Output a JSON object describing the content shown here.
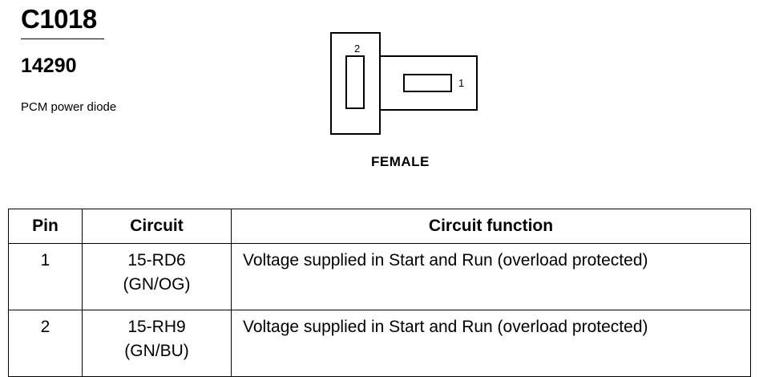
{
  "header": {
    "connector_id": "C1018",
    "part_number": "14290",
    "description": "PCM power diode"
  },
  "connector": {
    "view": "FEMALE",
    "pins": [
      {
        "number": "1"
      },
      {
        "number": "2"
      }
    ]
  },
  "table": {
    "headers": [
      "Pin",
      "Circuit",
      "Circuit function"
    ],
    "rows": [
      {
        "pin": "1",
        "circuit_line1": "15-RD6",
        "circuit_line2": "(GN/OG)",
        "function": "Voltage supplied in Start and Run (overload protected)"
      },
      {
        "pin": "2",
        "circuit_line1": "15-RH9",
        "circuit_line2": "(GN/BU)",
        "function": "Voltage supplied in Start and Run (overload protected)"
      }
    ]
  }
}
